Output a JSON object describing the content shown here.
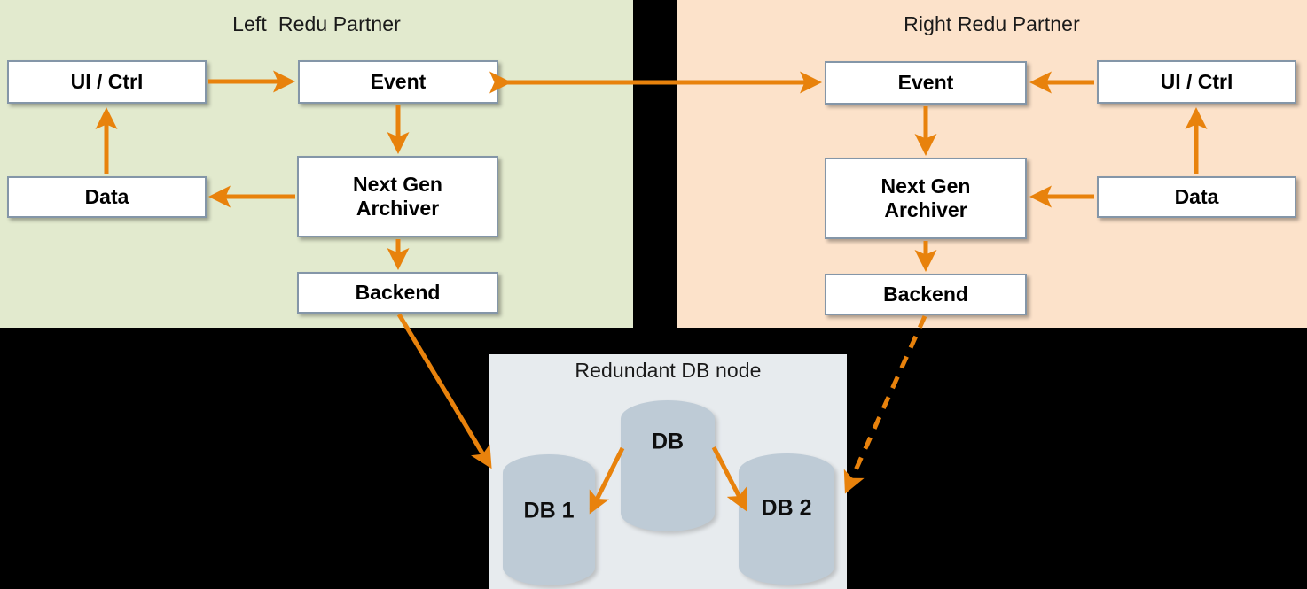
{
  "diagram": {
    "title_accent_color": "#E8820C",
    "panels": {
      "left": {
        "title": "Left  Redu Partner",
        "bg_color": "#E2EACE",
        "nodes": {
          "ui_ctrl": "UI / Ctrl",
          "event": "Event",
          "data": "Data",
          "archiver": "Next Gen\nArchiver",
          "archiver_line1": "Next Gen",
          "archiver_line2": "Archiver",
          "backend": "Backend"
        }
      },
      "right": {
        "title": "Right Redu Partner",
        "bg_color": "#FCE2CA",
        "nodes": {
          "ui_ctrl": "UI / Ctrl",
          "event": "Event",
          "data": "Data",
          "archiver_line1": "Next Gen",
          "archiver_line2": "Archiver",
          "backend": "Backend"
        }
      },
      "db": {
        "title": "Redundant DB node",
        "bg_color": "#E7EBEE",
        "cylinders": {
          "db_main": "DB",
          "db_one": "DB 1",
          "db_two": "DB 2"
        }
      }
    },
    "connections": [
      {
        "name": "left-ui-to-event",
        "style": "solid",
        "direction": "one-way"
      },
      {
        "name": "left-event-to-archiver",
        "style": "solid",
        "direction": "one-way"
      },
      {
        "name": "left-archiver-to-data",
        "style": "solid",
        "direction": "one-way"
      },
      {
        "name": "left-data-to-ui",
        "style": "solid",
        "direction": "one-way"
      },
      {
        "name": "left-archiver-to-backend",
        "style": "solid",
        "direction": "one-way"
      },
      {
        "name": "event-to-event-link",
        "style": "solid",
        "direction": "two-way"
      },
      {
        "name": "right-ui-to-event",
        "style": "solid",
        "direction": "one-way"
      },
      {
        "name": "right-event-to-archiver",
        "style": "solid",
        "direction": "one-way"
      },
      {
        "name": "right-data-to-archiver",
        "style": "solid",
        "direction": "one-way"
      },
      {
        "name": "right-data-to-ui",
        "style": "solid",
        "direction": "one-way"
      },
      {
        "name": "right-archiver-to-backend",
        "style": "solid",
        "direction": "one-way"
      },
      {
        "name": "left-backend-to-db",
        "style": "solid",
        "direction": "one-way"
      },
      {
        "name": "right-backend-to-db",
        "style": "dashed",
        "direction": "one-way"
      },
      {
        "name": "db-to-db1",
        "style": "solid",
        "direction": "one-way"
      },
      {
        "name": "db-to-db2",
        "style": "solid",
        "direction": "one-way"
      }
    ]
  }
}
